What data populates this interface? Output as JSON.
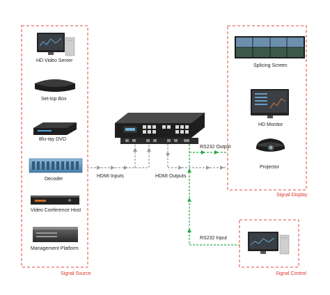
{
  "groups": {
    "source": "Signal Source",
    "display": "Signal Display",
    "control": "Signal Control"
  },
  "sources": [
    "HD Video Server",
    "Set-top Box",
    "Blu-ray DVD",
    "Decoder",
    "Video Conference Host",
    "Management Platform"
  ],
  "displays": [
    "Splicing Screen",
    "HD Monitor",
    "Projector"
  ],
  "links": {
    "hdmi_inputs": "HDMI Inputs",
    "hdmi_outputs": "HDMI Outputs",
    "rs232_output": "RS232 Output",
    "rs232_input": "RS232 Input"
  },
  "colors": {
    "group_border": "#e0453a",
    "hdmi_line": "#9a9a9a",
    "rs232_line": "#2aa84a"
  }
}
